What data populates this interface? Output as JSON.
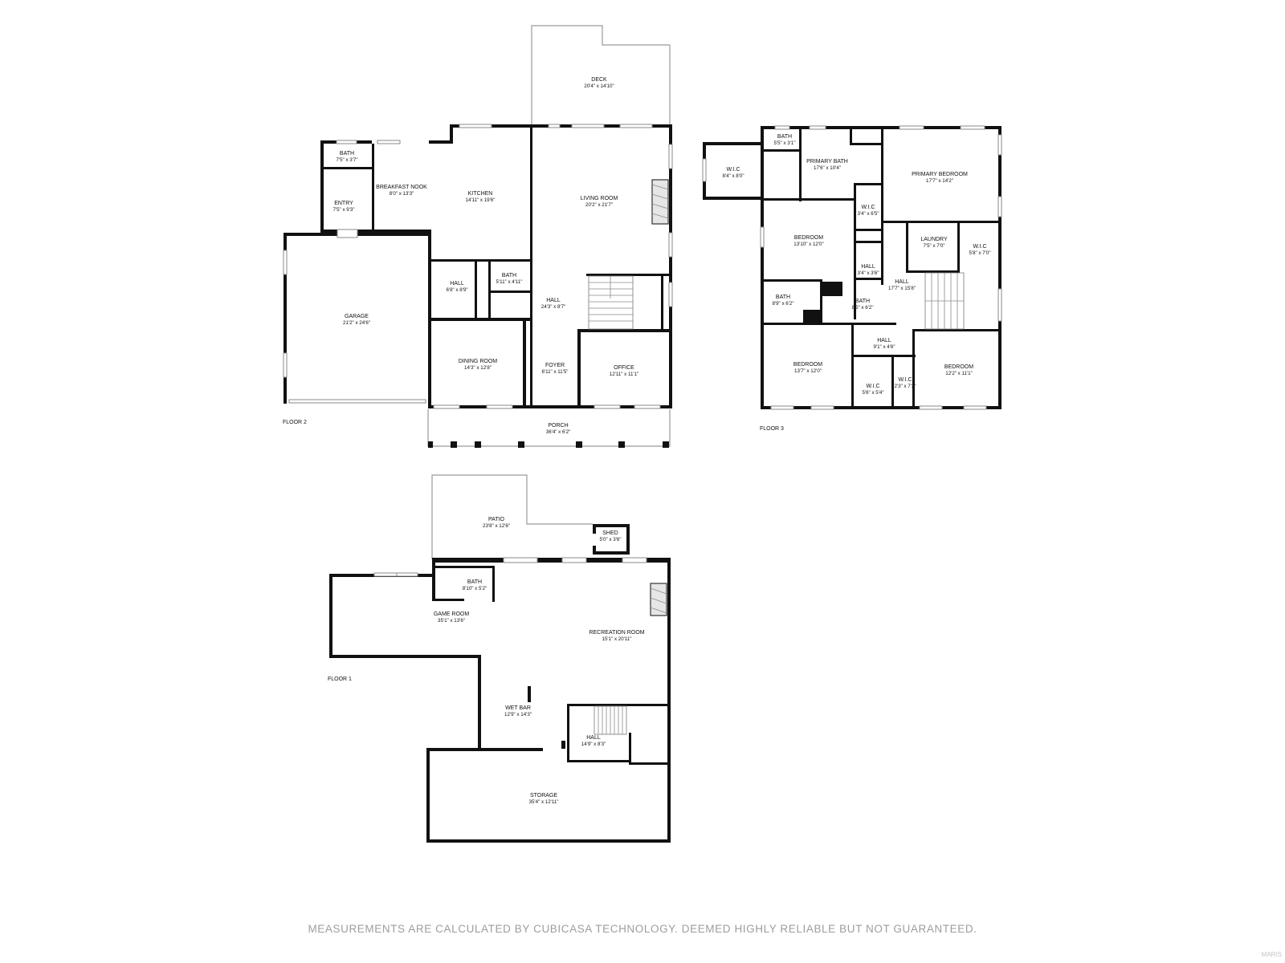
{
  "floors": [
    {
      "label": "FLOOR 2",
      "rooms": [
        {
          "name": "DECK",
          "dims": "20'4\" x 14'10\""
        },
        {
          "name": "BATH",
          "dims": "7'5\" x 3'7\""
        },
        {
          "name": "BREAKFAST NOOK",
          "dims": "8'0\" x 13'3\""
        },
        {
          "name": "ENTRY",
          "dims": "7'5\" x 9'3\""
        },
        {
          "name": "KITCHEN",
          "dims": "14'11\" x 19'6\""
        },
        {
          "name": "LIVING ROOM",
          "dims": "20'2\" x 21'7\""
        },
        {
          "name": "HALL",
          "dims": "6'8\" x 8'9\""
        },
        {
          "name": "BATH",
          "dims": "5'11\" x 4'11\""
        },
        {
          "name": "HALL",
          "dims": "24'3\" x 8'7\""
        },
        {
          "name": "GARAGE",
          "dims": "21'2\" x 24'6\""
        },
        {
          "name": "DINING ROOM",
          "dims": "14'3\" x 12'8\""
        },
        {
          "name": "FOYER",
          "dims": "6'11\" x 11'5\""
        },
        {
          "name": "OFFICE",
          "dims": "12'11\" x 11'1\""
        },
        {
          "name": "PORCH",
          "dims": "36'4\" x 6'2\""
        }
      ]
    },
    {
      "label": "FLOOR 3",
      "rooms": [
        {
          "name": "BATH",
          "dims": "5'5\" x 3'1\""
        },
        {
          "name": "W.I.C",
          "dims": "8'4\" x 8'0\""
        },
        {
          "name": "PRIMARY BATH",
          "dims": "17'6\" x 10'4\""
        },
        {
          "name": "PRIMARY BEDROOM",
          "dims": "17'7\" x 14'2\""
        },
        {
          "name": "W.I.C",
          "dims": "3'4\" x 6'5\""
        },
        {
          "name": "BEDROOM",
          "dims": "13'10\" x 12'0\""
        },
        {
          "name": "LAUNDRY",
          "dims": "7'5\" x 7'0\""
        },
        {
          "name": "W.I.C",
          "dims": "5'8\" x 7'0\""
        },
        {
          "name": "HALL",
          "dims": "3'4\" x 3'6\""
        },
        {
          "name": "HALL",
          "dims": "17'7\" x 15'8\""
        },
        {
          "name": "BATH",
          "dims": "8'9\" x 6'2\""
        },
        {
          "name": "BATH",
          "dims": "8'5\" x 6'2\""
        },
        {
          "name": "HALL",
          "dims": "9'1\" x 4'6\""
        },
        {
          "name": "BEDROOM",
          "dims": "13'7\" x 12'0\""
        },
        {
          "name": "BEDROOM",
          "dims": "12'2\" x 11'1\""
        },
        {
          "name": "W.I.C",
          "dims": "5'6\" x 5'4\""
        },
        {
          "name": "W.I.C",
          "dims": "2'3\" x 7'3\""
        }
      ]
    },
    {
      "label": "FLOOR 1",
      "rooms": [
        {
          "name": "PATIO",
          "dims": "23'8\" x 12'6\""
        },
        {
          "name": "SHED",
          "dims": "5'0\" x 3'6\""
        },
        {
          "name": "BATH",
          "dims": "8'10\" x 5'2\""
        },
        {
          "name": "GAME ROOM",
          "dims": "35'1\" x 13'6\""
        },
        {
          "name": "RECREATION ROOM",
          "dims": "15'1\" x 20'11\""
        },
        {
          "name": "WET BAR",
          "dims": "12'9\" x 14'3\""
        },
        {
          "name": "HALL",
          "dims": "14'9\" x 8'3\""
        },
        {
          "name": "STORAGE",
          "dims": "35'4\" x 12'11\""
        }
      ]
    }
  ],
  "disclaimer": "MEASUREMENTS ARE CALCULATED BY CUBICASA TECHNOLOGY. DEEMED HIGHLY RELIABLE BUT NOT GUARANTEED.",
  "watermark": "MARIS"
}
